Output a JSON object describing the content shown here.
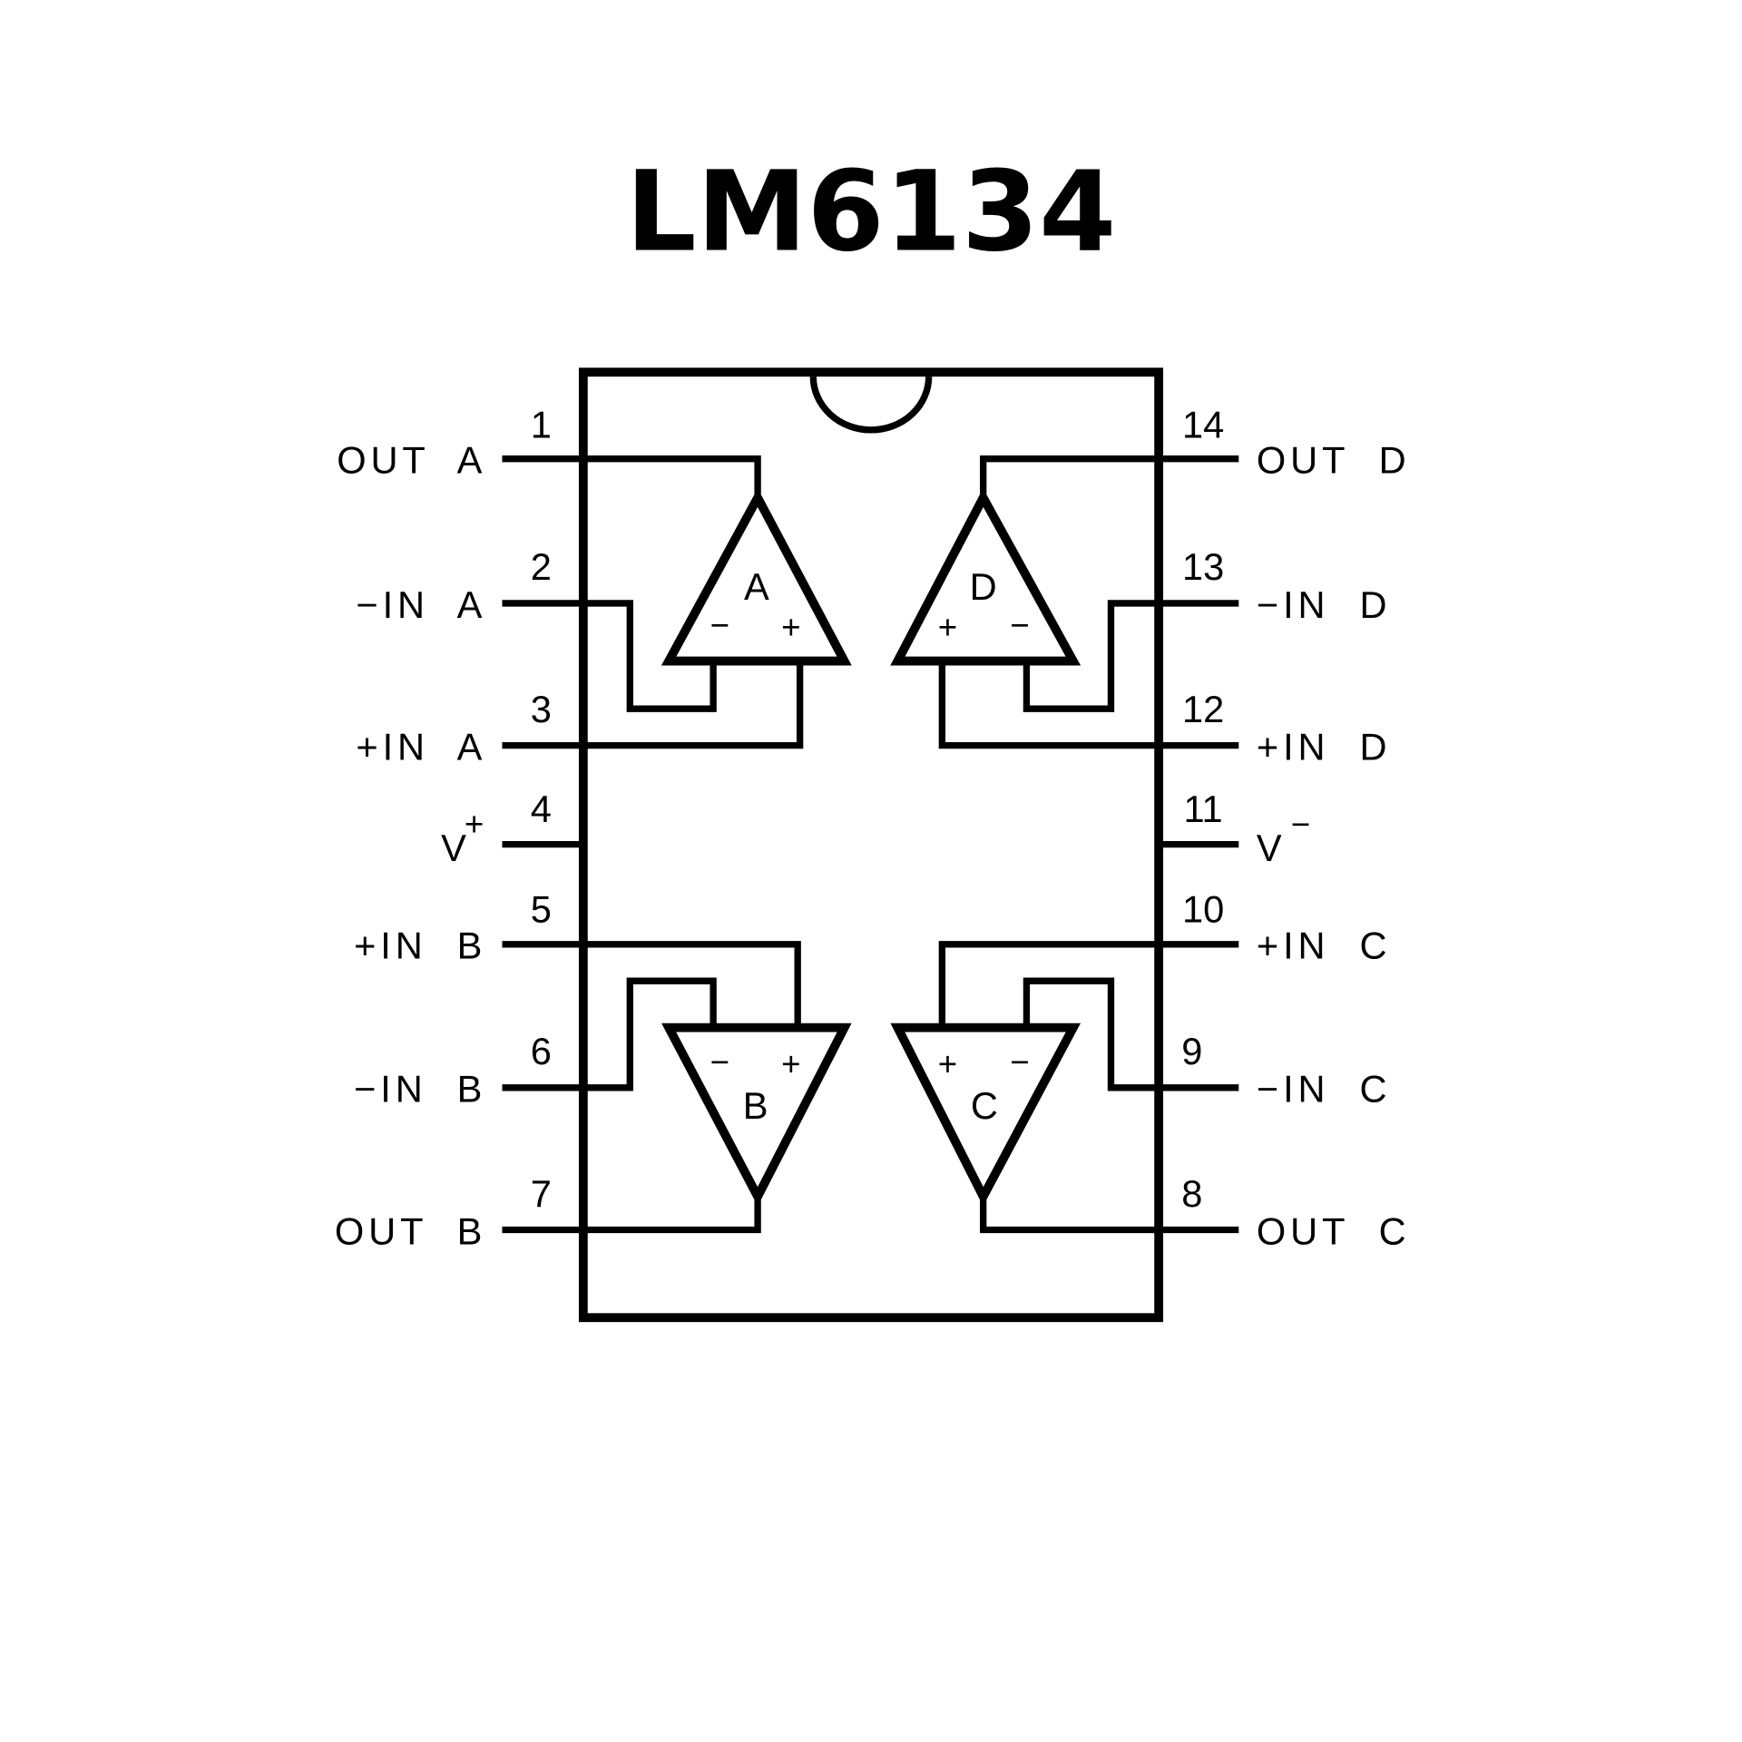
{
  "title": "LM6134",
  "pins_left": [
    {
      "num": "1",
      "label": "OUT  A"
    },
    {
      "num": "2",
      "label": "−IN  A"
    },
    {
      "num": "3",
      "label": "+IN  A"
    },
    {
      "num": "4",
      "label": "V",
      "sup": "+"
    },
    {
      "num": "5",
      "label": "+IN  B"
    },
    {
      "num": "6",
      "label": "−IN  B"
    },
    {
      "num": "7",
      "label": "OUT  B"
    }
  ],
  "pins_right": [
    {
      "num": "14",
      "label": "OUT  D"
    },
    {
      "num": "13",
      "label": "−IN  D"
    },
    {
      "num": "12",
      "label": "+IN  D"
    },
    {
      "num": "11",
      "label": "V",
      "sup": "−"
    },
    {
      "num": "10",
      "label": "+IN  C"
    },
    {
      "num": "9",
      "label": "−IN  C"
    },
    {
      "num": "8",
      "label": "OUT  C"
    }
  ],
  "amps": {
    "a": "A",
    "b": "B",
    "c": "C",
    "d": "D"
  },
  "symbols": {
    "plus": "+",
    "minus": "−"
  }
}
